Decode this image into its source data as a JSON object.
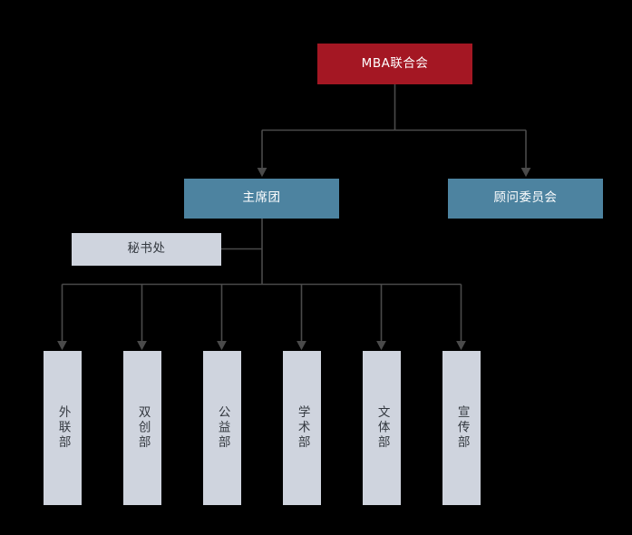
{
  "diagram": {
    "title_node": {
      "id": "root",
      "label": "MBA联合会"
    },
    "level2": [
      {
        "id": "presidium",
        "label": "主席团"
      },
      {
        "id": "advisory-committee",
        "label": "顾问委员会"
      }
    ],
    "support": [
      {
        "id": "secretariat",
        "label": "秘书处"
      }
    ],
    "departments": [
      {
        "id": "external-relations",
        "label": "外联部"
      },
      {
        "id": "innovation",
        "label": "双创部"
      },
      {
        "id": "public-welfare",
        "label": "公益部"
      },
      {
        "id": "academic",
        "label": "学术部"
      },
      {
        "id": "culture-sports",
        "label": "文体部"
      },
      {
        "id": "publicity",
        "label": "宣传部"
      }
    ]
  },
  "colors": {
    "background": "#000000",
    "root_fill": "#A41723",
    "division_fill": "#4D83A0",
    "support_fill": "#CFD4DE",
    "department_fill": "#CFD4DE",
    "connector": "#4A4A4A",
    "light_text": "#FFFFFF",
    "dark_text": "#33383F"
  }
}
